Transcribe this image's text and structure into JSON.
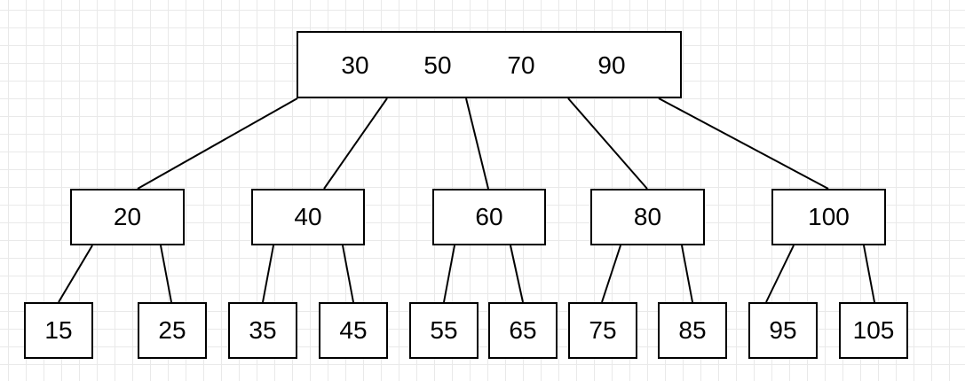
{
  "tree": {
    "root": {
      "keys": [
        "30",
        "50",
        "70",
        "90"
      ]
    },
    "level1": [
      {
        "keys": [
          "20"
        ]
      },
      {
        "keys": [
          "40"
        ]
      },
      {
        "keys": [
          "60"
        ]
      },
      {
        "keys": [
          "80"
        ]
      },
      {
        "keys": [
          "100"
        ]
      }
    ],
    "leaves": [
      {
        "keys": [
          "15"
        ]
      },
      {
        "keys": [
          "25"
        ]
      },
      {
        "keys": [
          "35"
        ]
      },
      {
        "keys": [
          "45"
        ]
      },
      {
        "keys": [
          "55"
        ]
      },
      {
        "keys": [
          "65"
        ]
      },
      {
        "keys": [
          "75"
        ]
      },
      {
        "keys": [
          "85"
        ]
      },
      {
        "keys": [
          "95"
        ]
      },
      {
        "keys": [
          "105"
        ]
      }
    ]
  },
  "colors": {
    "stroke": "#000000",
    "fill": "#ffffff",
    "grid": "#e9e9e9"
  }
}
